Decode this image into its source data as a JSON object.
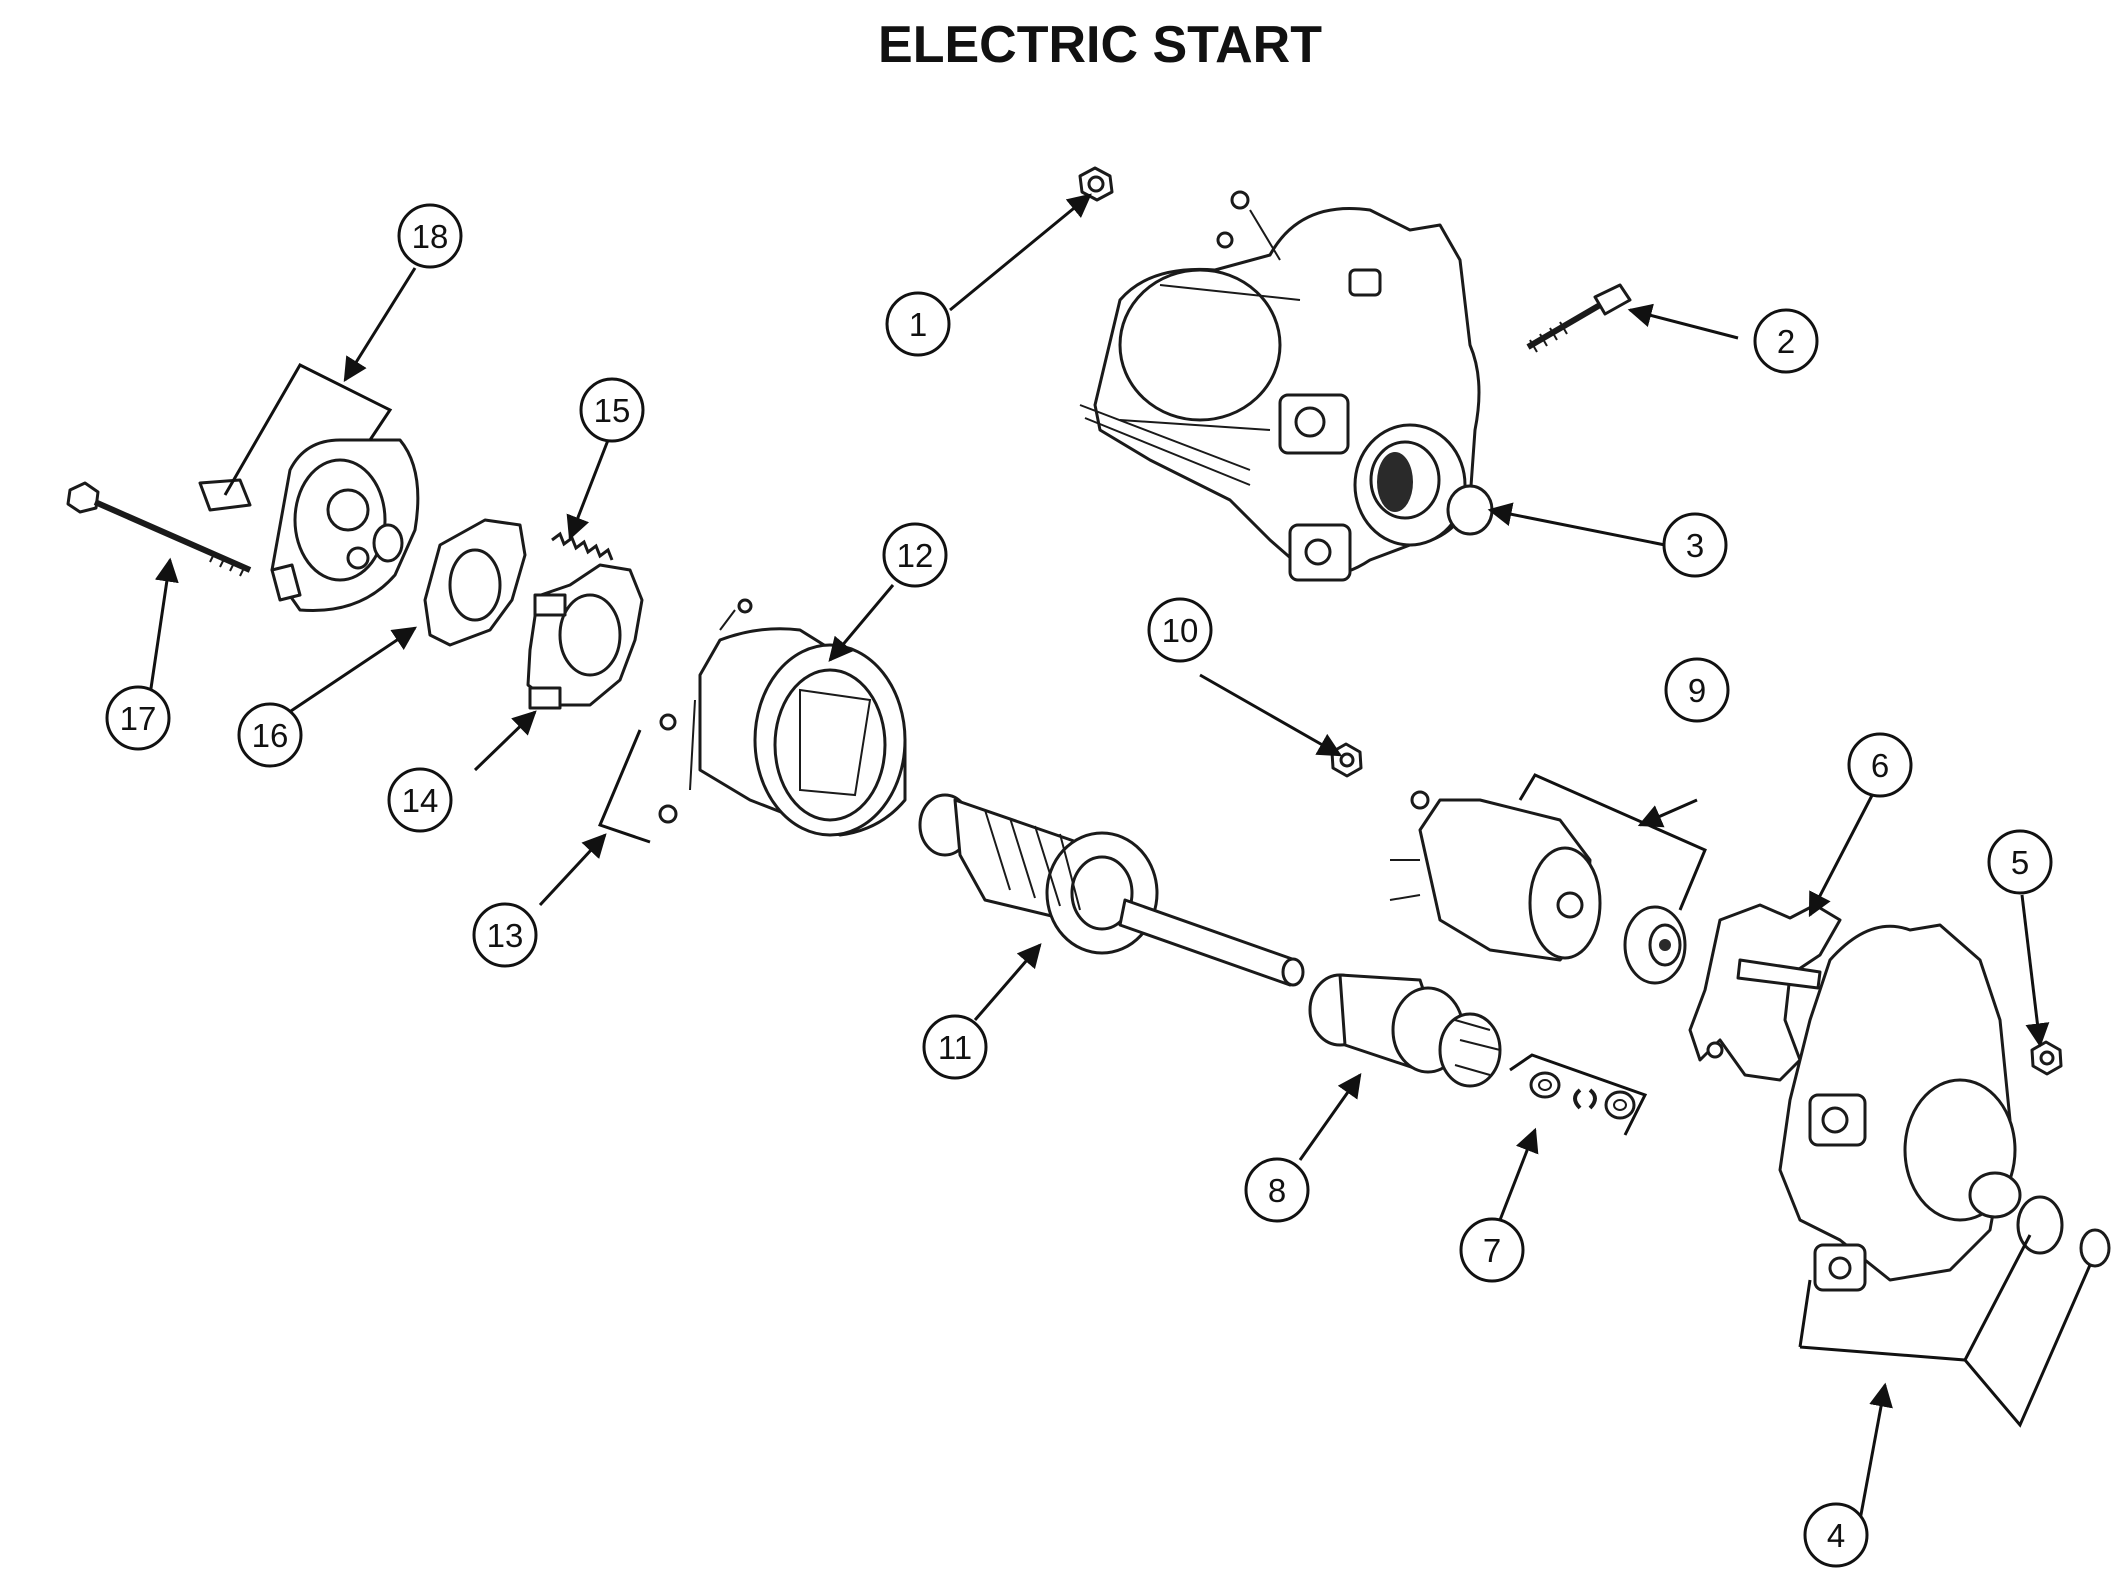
{
  "title": "ELECTRIC START",
  "callouts": [
    "1",
    "2",
    "3",
    "4",
    "5",
    "6",
    "7",
    "8",
    "9",
    "10",
    "11",
    "12",
    "13",
    "14",
    "15",
    "16",
    "17",
    "18"
  ],
  "colors": {
    "ink": "#111111",
    "background": "#ffffff"
  }
}
